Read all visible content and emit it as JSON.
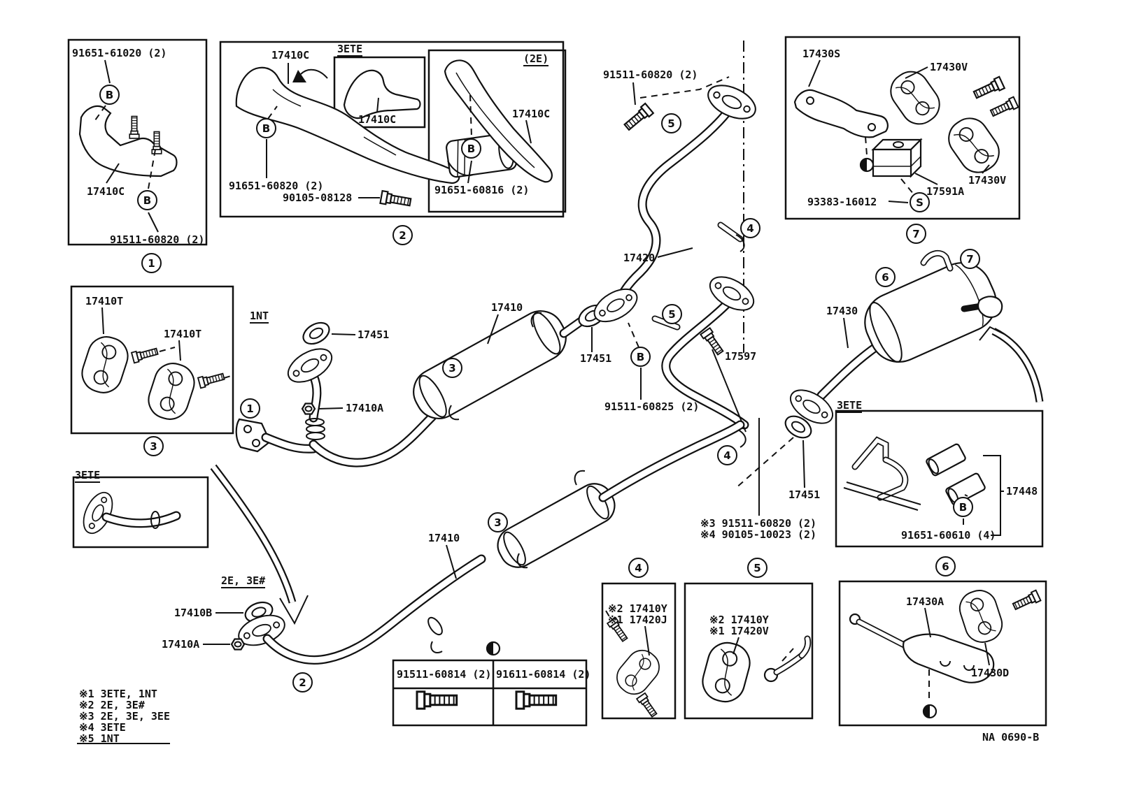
{
  "drawing": {
    "code": "NA 0690-B"
  },
  "badges": {
    "b": "B",
    "s": "S",
    "n1": "1",
    "n2": "2",
    "n3": "3",
    "n4": "4",
    "n5": "5",
    "n6": "6",
    "n7": "7"
  },
  "labels": {
    "box1_top": "91651-61020 (2)",
    "box1_part": "17410C",
    "box1_bottom": "91511-60820 (2)",
    "box2_part": "17410C",
    "box2_inner_header": "3ETE",
    "box2_inner_part": "17410C",
    "box2_clamp": "91651-60820 (2)",
    "box2_bolt": "90105-08128",
    "box2e_header": "(2E)",
    "box2e_part": "17410C",
    "box2e_clamp": "91651-60816 (2)",
    "mid_bolt": "91511-60820 (2)",
    "pipe_17420": "17420",
    "b7_bracket": "17430S",
    "b7_hanger_top": "17430V",
    "b7_hanger_right": "17430V",
    "b7_cushion": "17591A",
    "b7_nut": "93383-16012",
    "b3_hanger1": "17410T",
    "b3_hanger2": "17410T",
    "note_1nt": "1NT",
    "gasket1": "17451",
    "muffler_front": "17410",
    "nut1": "17410A",
    "gasket2": "17451",
    "bolt_60825": "91511-60825 (2)",
    "bracket_17597": "17597",
    "muffler_rear": "17430",
    "br_header": "3ETE",
    "tailpipe": "17448",
    "br_clamp": "91651-60610 (4)",
    "gasket3": "17451",
    "note3": "※3 91511-60820 (2)",
    "note4": "※4 90105-10023 (2)",
    "bl_header": "3ETE",
    "note_2e3e": "2E, 3E#",
    "gasket_b": "17410B",
    "nut2": "17410A",
    "muffler_mid": "17410",
    "table_col1": "91511-60814 (2)",
    "table_col2": "91611-60814 (2)",
    "b4_line1": "※2 17410Y",
    "b4_line2": "※1 17420J",
    "b5_line1": "※2 17410Y",
    "b5_line2": "※1 17420V",
    "b6_bracket": "17430A",
    "b6_hanger": "17430D"
  },
  "legend": [
    "※1 3ETE, 1NT",
    "※2 2E, 3E#",
    "※3 2E, 3E, 3EE",
    "※4 3ETE",
    "※5 1NT"
  ]
}
